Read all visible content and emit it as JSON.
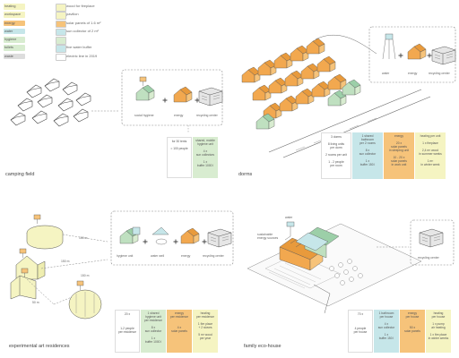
{
  "colors": {
    "yellow": "#f5f4c2",
    "green": "#d8ecd0",
    "blue": "#c6e6e9",
    "orange": "#f6c37a",
    "grey": "#dddddd",
    "house_orange": "#f2a84f"
  },
  "legend": {
    "rows": [
      {
        "label": "heating",
        "color": "#f5f4c2",
        "note": "wood for fireplace",
        "note_color": "#f5f4c2"
      },
      {
        "label": "workspace",
        "color": "#f5f4c2",
        "note": "pavilion",
        "note_color": "#f5f4c2"
      },
      {
        "label": "energy",
        "color": "#f6c37a",
        "note": "solar panels of 1.6 m²",
        "note_color": "#f6c37a"
      },
      {
        "label": "water",
        "color": "#c6e6e9",
        "note": "sun collector of 2 m²",
        "note_color": "#c6e6e9"
      },
      {
        "label": "hygiene",
        "color": "#d8ecd0",
        "note": "",
        "note_color": "#d8ecd0"
      },
      {
        "label": "toilets",
        "color": "#d8ecd0",
        "note": "five water buffer",
        "note_color": "#c6e6e9"
      },
      {
        "label": "waste",
        "color": "#dddddd",
        "note": "electric line in 2019",
        "note_color": "#ffffff"
      }
    ]
  },
  "sections": {
    "camping": {
      "title": "camping field",
      "unit_labels": [
        "social hygiene",
        "energy",
        "recycling center"
      ],
      "table": [
        {
          "text": "for 30 tents\n\n= 100 people",
          "color": "#ffffff"
        },
        {
          "text": "shared, mobile\nhygiene unit\n\n4 x\nsun collectors\n\n1 x\nbuffer 1000 l",
          "color": "#d8ecd0"
        }
      ]
    },
    "dorms": {
      "title": "dorms",
      "unit_labels": [
        "water",
        "energy",
        "recycling center"
      ],
      "table": [
        {
          "text": "3 dorms\n\n8 living units\nper dorm\n\n2 rooms per unit\n\n1 - 2 people\nper room",
          "color": "#ffffff"
        },
        {
          "text": "1 shared\nbathroom\nper 2 rooms\n\n8 x\nsun collector\n\n1 x\nbuffer 150 l",
          "color": "#c6e6e9"
        },
        {
          "text": "energy\n\n20 x\nsolar panels\nin sleeping unit\n\n10 - 20 x\nsolar panels\nin work unit",
          "color": "#f6c37a"
        },
        {
          "text": "heating per unit\n\n1 x fireplace\n\n2,4 m³ wood\nin summer weeks\n\n1 m³\nin winter week",
          "color": "#f5f4c2"
        }
      ]
    },
    "experimental": {
      "title": "experimental art residences",
      "distances": [
        "150 m",
        "150 m",
        "50 m",
        "150 m"
      ],
      "unit_labels": [
        "hygiene unit",
        "water well",
        "energy",
        "recycling center"
      ],
      "table": [
        {
          "text": "20 x\n\n\n\n1-2 people\nper residence",
          "color": "#ffffff"
        },
        {
          "text": "1 shared\nhygiene unit\nper residence\n\n8 x\nsun collector\n\n1 x\nbuffer 1000 l",
          "color": "#d8ecd0"
        },
        {
          "text": "energy\nper residence\n\n\n4 x\nsolar panels",
          "color": "#f6c37a"
        },
        {
          "text": "heating\nper residence\n\n1 fire place\n+ 2 stoves\n\n5 m³ wood\nper year",
          "color": "#f5f4c2"
        }
      ]
    },
    "family": {
      "title": "family eco-house",
      "annotations": [
        "water",
        "sustainable\nenergy sources",
        "recycling center"
      ],
      "table": [
        {
          "text": "70 x\n\n\n\n4 people\nper house",
          "color": "#ffffff"
        },
        {
          "text": "1 bathroom\nper house\n\n4 x\nsun collector\n\n1 x\nbuffer 150 l",
          "color": "#c6e6e9"
        },
        {
          "text": "energy\nper house\n\n\n50 x\nsolar panels",
          "color": "#f6c37a"
        },
        {
          "text": "heating\nper house\n\n1 x pump\nair heating\n\n1 x fire place\nin winter weeks",
          "color": "#f5f4c2"
        }
      ]
    }
  }
}
